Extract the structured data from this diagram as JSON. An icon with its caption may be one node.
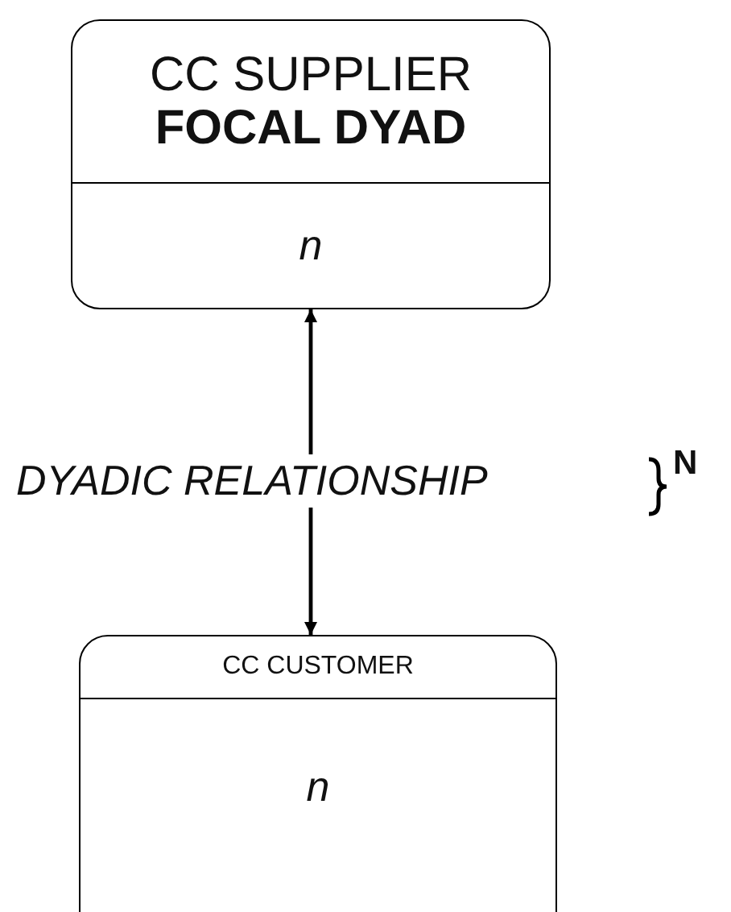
{
  "diagram": {
    "nodes": [
      {
        "text": [
          "CC SUPPLIER",
          "FOCAL DYAD",
          "n"
        ]
      },
      {
        "text": [
          "CC CUSTOMER",
          "n"
        ]
      }
    ],
    "edges": [
      {
        "from": 0,
        "to": 1,
        "arrow": "both",
        "label": "DYADIC RELATIONSHIP"
      }
    ],
    "labels": [
      "N"
    ]
  }
}
